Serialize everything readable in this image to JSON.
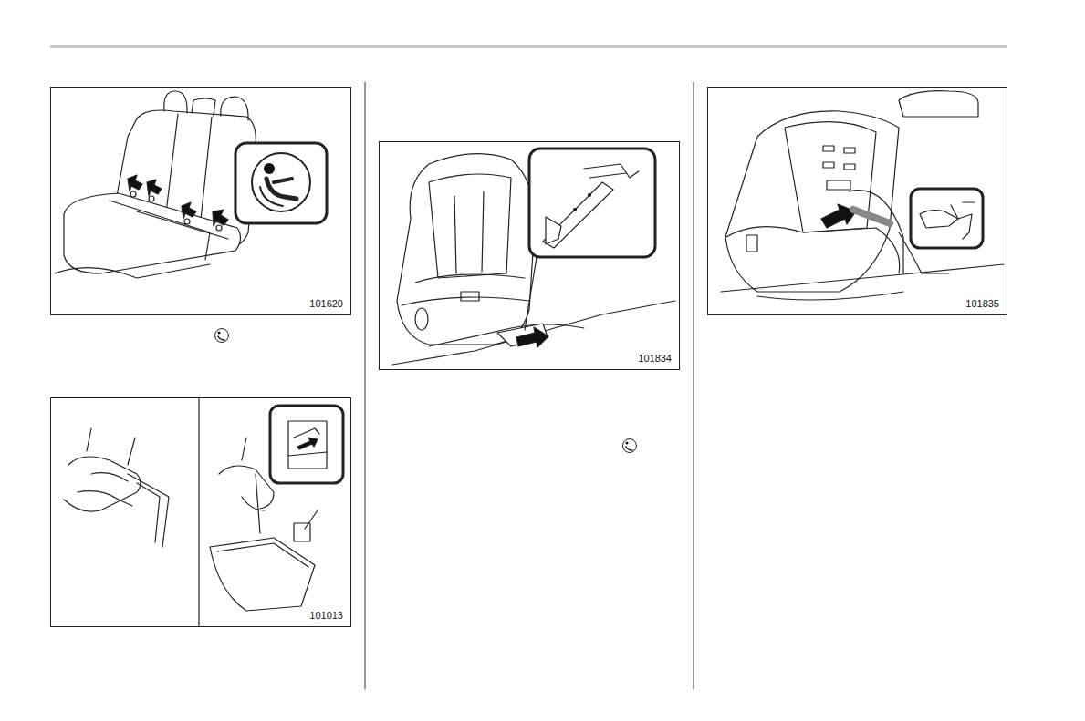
{
  "diagram": {
    "nodes": [
      {
        "text": [
          "101620"
        ]
      },
      {
        "text": [
          "101013"
        ]
      },
      {
        "text": [
          "101834"
        ]
      },
      {
        "text": [
          "101835"
        ]
      }
    ]
  }
}
